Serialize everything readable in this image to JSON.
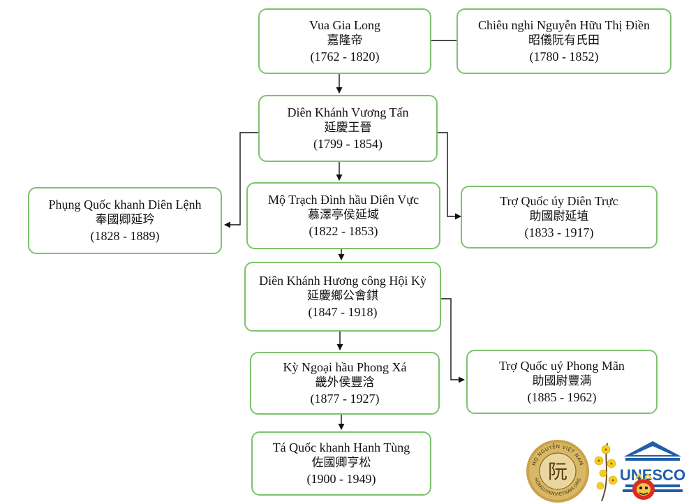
{
  "nodes": {
    "gia_long": {
      "name": "Vua Gia Long",
      "han": "嘉隆帝",
      "years": "(1762 - 1820)"
    },
    "chieu_nghi": {
      "name": "Chiêu nghi Nguyễn Hữu Thị Điền",
      "han": "昭儀阮有氏田",
      "years": "(1780 - 1852)"
    },
    "dien_khanh": {
      "name": "Diên Khánh Vương Tấn",
      "han": "延慶王晉",
      "years": "(1799 - 1854)"
    },
    "phung_quoc": {
      "name": "Phụng Quốc khanh Diên Lệnh",
      "han": "奉國卿延玪",
      "years": "(1828 - 1889)"
    },
    "mo_trach": {
      "name": "Mộ Trạch Đình hầu Diên Vực",
      "han": "慕澤亭侯延域",
      "years": "(1822 - 1853)"
    },
    "tro_quoc_truc": {
      "name": "Trợ Quốc úy Diên Trực",
      "han": "助國尉延埴",
      "years": "(1833 - 1917)"
    },
    "huong_cong": {
      "name": "Diên Khánh Hương công Hội Kỳ",
      "han": "延慶鄉公會錤",
      "years": "(1847 - 1918)"
    },
    "ky_ngoai": {
      "name": "Kỳ Ngoại hầu Phong Xá",
      "han": "畿外侯豐浛",
      "years": "(1877 - 1927)"
    },
    "tro_quoc_man": {
      "name": "Trợ Quốc uý Phong Mãn",
      "han": "助國尉豐满",
      "years": "(1885 - 1962)"
    },
    "ta_quoc": {
      "name": "Tá Quốc khanh Hanh Tùng",
      "han": "佐國卿亨松",
      "years": "(1900 - 1949)"
    }
  },
  "seal": {
    "ring_top": "HỌ NGUYỄN VIỆT NAM",
    "ring_bottom": "HONGUYENVIETNAM.ORG",
    "center": "阮"
  },
  "unesco": {
    "label": "UNESCO"
  },
  "colors": {
    "node_border": "#7cc36b",
    "line": "#111111",
    "seal_gold": "#c9a24a",
    "flower": "#f2cf1d"
  }
}
